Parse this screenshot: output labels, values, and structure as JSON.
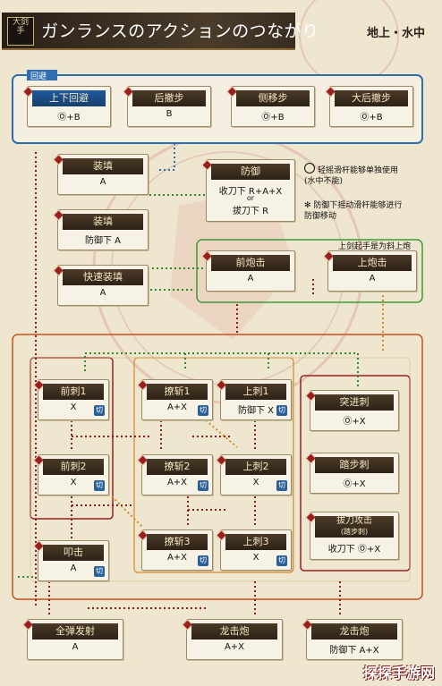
{
  "header": {
    "title": "ガンランスのアクションのつながり",
    "icon_text": "大剑\n手",
    "note": "地上・水中"
  },
  "group_label": "回避",
  "section_note": "上剑起手是为斜上炮",
  "legend": {
    "stick": "轻摇滑杆能够单独使用\n(水中不能)",
    "guard": "防御下摇动滑杆能够进行\n防御移动"
  },
  "cards": {
    "shangxia": {
      "name": "上下回避",
      "input": "Ⓞ+B"
    },
    "houche": {
      "name": "后撤步",
      "input": "B"
    },
    "ceyi": {
      "name": "侧移步",
      "input": "Ⓞ+B"
    },
    "dahouche": {
      "name": "大后撤步",
      "input": "Ⓞ+B"
    },
    "zhuangtian1": {
      "name": "装填",
      "input": "A"
    },
    "zhuangtian2": {
      "name": "装填",
      "input": "防御下 A"
    },
    "kuaisu": {
      "name": "快速装填",
      "input": "A"
    },
    "fangyu": {
      "name": "防御",
      "input1": "收刀下 R+A+X",
      "or": "or",
      "input2": "拔刀下 R"
    },
    "qianpao": {
      "name": "前炮击",
      "input": "A"
    },
    "shangpao": {
      "name": "上炮击",
      "input": "A"
    },
    "qianci1": {
      "name": "前刺1",
      "input": "X",
      "badge": "切"
    },
    "qianci2": {
      "name": "前刺2",
      "input": "X",
      "badge": "切"
    },
    "liaozhan1": {
      "name": "撩斩1",
      "input": "A+X",
      "badge": "切"
    },
    "liaozhan2": {
      "name": "撩斩2",
      "input": "A+X",
      "badge": "切"
    },
    "liaozhan3": {
      "name": "撩斩3",
      "input": "A+X",
      "badge": "切"
    },
    "shangci1": {
      "name": "上刺1",
      "input": "防御下 X",
      "badge": "切"
    },
    "shangci2": {
      "name": "上刺2",
      "input": "X",
      "badge": "切"
    },
    "shangci3": {
      "name": "上刺3",
      "input": "X",
      "badge": "切"
    },
    "tujinci": {
      "name": "突进刺",
      "input": "Ⓞ+X"
    },
    "tabuci": {
      "name": "踏步刺",
      "input": "Ⓞ+X"
    },
    "badao": {
      "name": "拔刀攻击",
      "sub": "(踏步刺)",
      "input": "收刀下 Ⓞ+X"
    },
    "kouji": {
      "name": "叩击",
      "input": "A",
      "badge": "切"
    },
    "quandan": {
      "name": "全弹发射",
      "input": "A"
    },
    "longji1": {
      "name": "龙击炮",
      "input": "A+X"
    },
    "longji2": {
      "name": "龙击炮",
      "input": "防御下 A+X"
    }
  },
  "watermark": "探探手游网"
}
